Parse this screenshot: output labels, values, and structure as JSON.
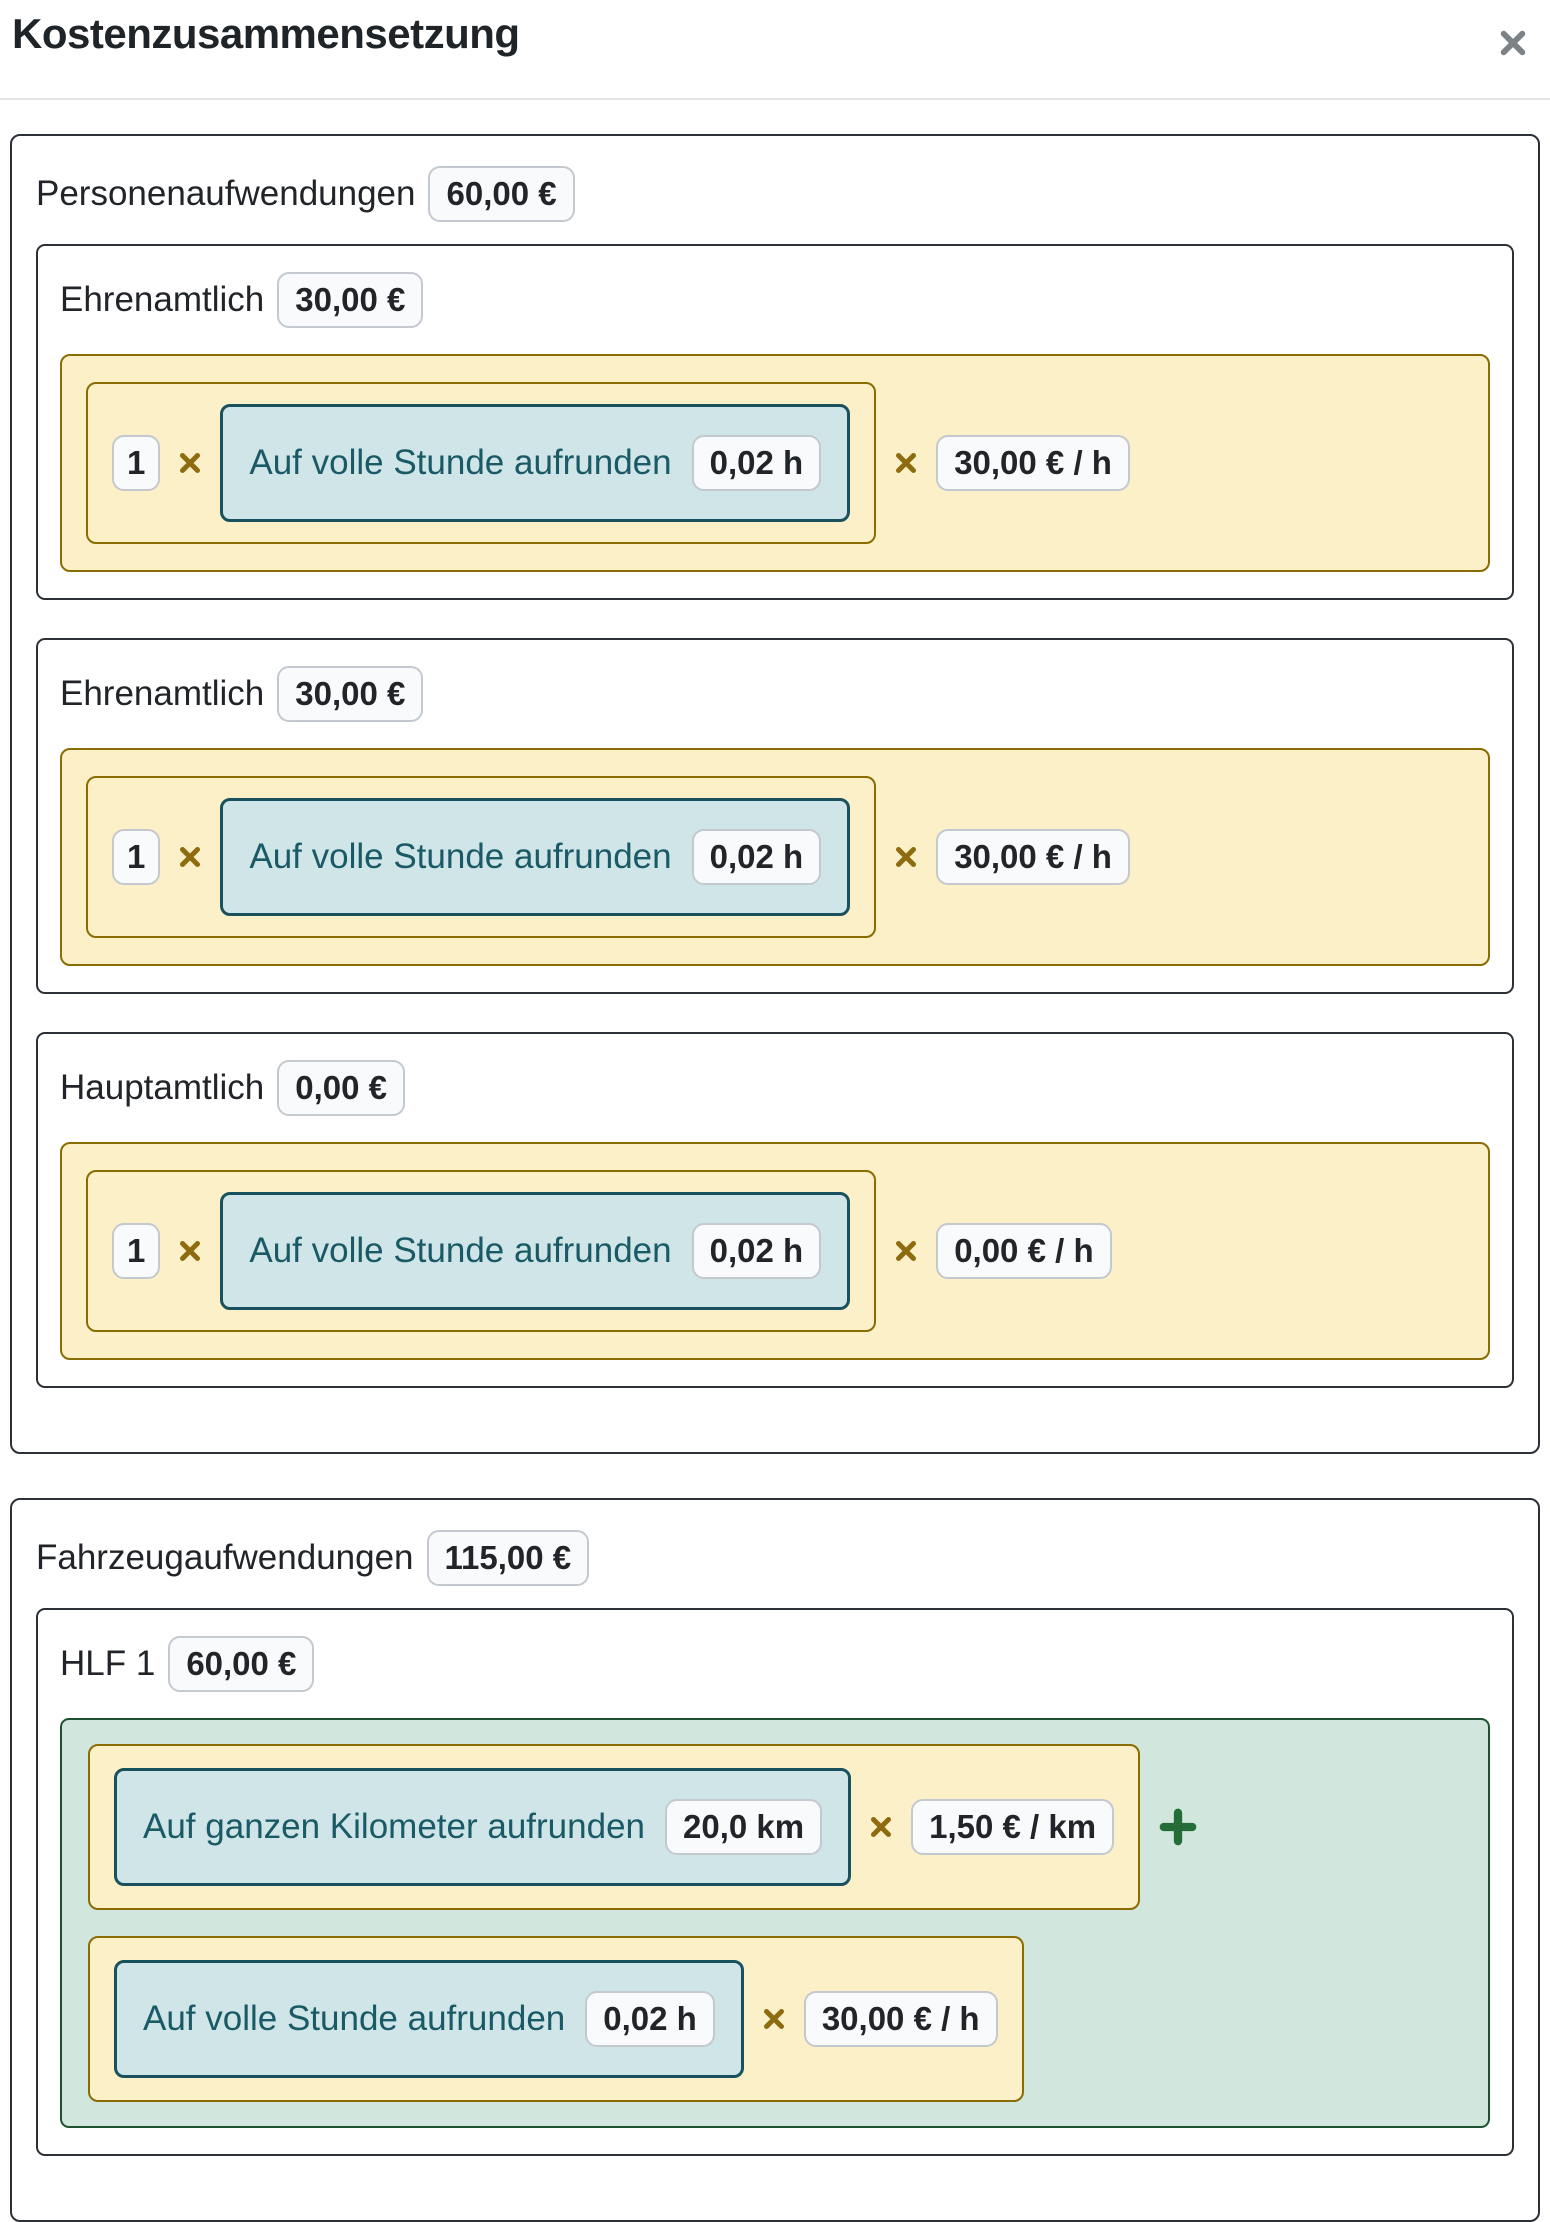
{
  "modal": {
    "title": "Kostenzusammensetzung"
  },
  "operators": {
    "multiply": "×",
    "plus": "+"
  },
  "colors": {
    "box_border": "#2b3137",
    "badge_bg": "#f9fafb",
    "badge_border": "#c3c9cf",
    "yellow_bg": "#fcf0c8",
    "yellow_border": "#8a6c03",
    "multiply_icon": "#8f6b10",
    "teal_bg": "#cfe5e8",
    "teal_border": "#19525e",
    "teal_text": "#1a5a66",
    "green_bg": "#d1e7dd",
    "green_border": "#1d5230",
    "plus_icon": "#256d38",
    "close_icon": "#7d8287"
  },
  "sections": [
    {
      "label": "Personenaufwendungen",
      "total": "60,00 €",
      "groups": [
        {
          "label": "Ehrenamtlich",
          "total": "30,00 €",
          "count": "1",
          "rounding_label": "Auf volle Stunde aufrunden",
          "rounded_value": "0,02 h",
          "rate": "30,00 € / h"
        },
        {
          "label": "Ehrenamtlich",
          "total": "30,00 €",
          "count": "1",
          "rounding_label": "Auf volle Stunde aufrunden",
          "rounded_value": "0,02 h",
          "rate": "30,00 € / h"
        },
        {
          "label": "Hauptamtlich",
          "total": "0,00 €",
          "count": "1",
          "rounding_label": "Auf volle Stunde aufrunden",
          "rounded_value": "0,02 h",
          "rate": "0,00 € / h"
        }
      ]
    },
    {
      "label": "Fahrzeugaufwendungen",
      "total": "115,00 €",
      "groups": [
        {
          "label": "HLF 1",
          "total": "60,00 €",
          "terms": [
            {
              "rounding_label": "Auf ganzen Kilometer aufrunden",
              "rounded_value": "20,0 km",
              "rate": "1,50 € / km"
            },
            {
              "rounding_label": "Auf volle Stunde aufrunden",
              "rounded_value": "0,02 h",
              "rate": "30,00 € / h"
            }
          ]
        }
      ]
    }
  ]
}
